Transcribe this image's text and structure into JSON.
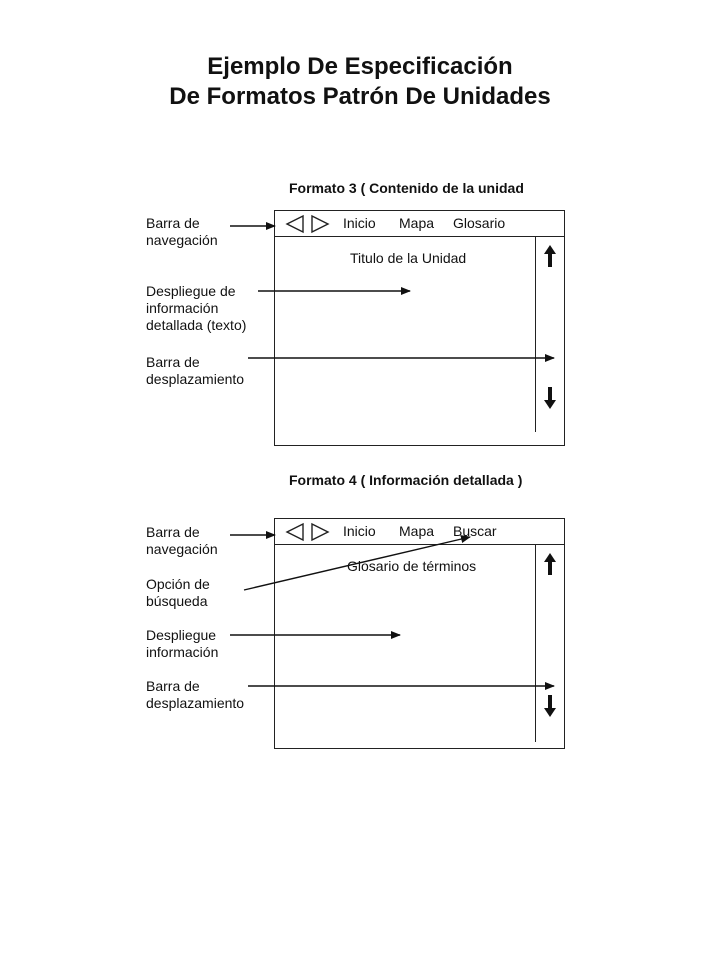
{
  "title": {
    "line1": "Ejemplo De Especificación",
    "line2": "De Formatos Patrón De Unidades"
  },
  "format3": {
    "caption": "Formato 3 ( Contenido de la unidad",
    "nav": {
      "back_icon": "triangle-left-icon",
      "forward_icon": "triangle-right-icon",
      "items": [
        "Inicio",
        "Mapa",
        "Glosario"
      ]
    },
    "content_title": "Titulo de la Unidad",
    "scroll_icons": [
      "arrow-up-icon",
      "arrow-down-icon"
    ],
    "labels": {
      "nav_bar": [
        "Barra de",
        "navegación"
      ],
      "display": [
        "Despliegue de",
        "información",
        "detallada (texto)"
      ],
      "scroll_bar": [
        "Barra de",
        "desplazamiento"
      ]
    }
  },
  "format4": {
    "caption": "Formato 4 ( Información detallada )",
    "nav": {
      "back_icon": "triangle-left-icon",
      "forward_icon": "triangle-right-icon",
      "items": [
        "Inicio",
        "Mapa",
        "Buscar"
      ]
    },
    "content_title": "Glosario de términos",
    "scroll_icons": [
      "arrow-up-icon",
      "arrow-down-icon"
    ],
    "labels": {
      "nav_bar": [
        "Barra de",
        "navegación"
      ],
      "search_option": [
        "Opción de",
        "búsqueda"
      ],
      "display": [
        "Despliegue",
        "información"
      ],
      "scroll_bar": [
        "Barra de",
        "desplazamiento"
      ]
    }
  }
}
